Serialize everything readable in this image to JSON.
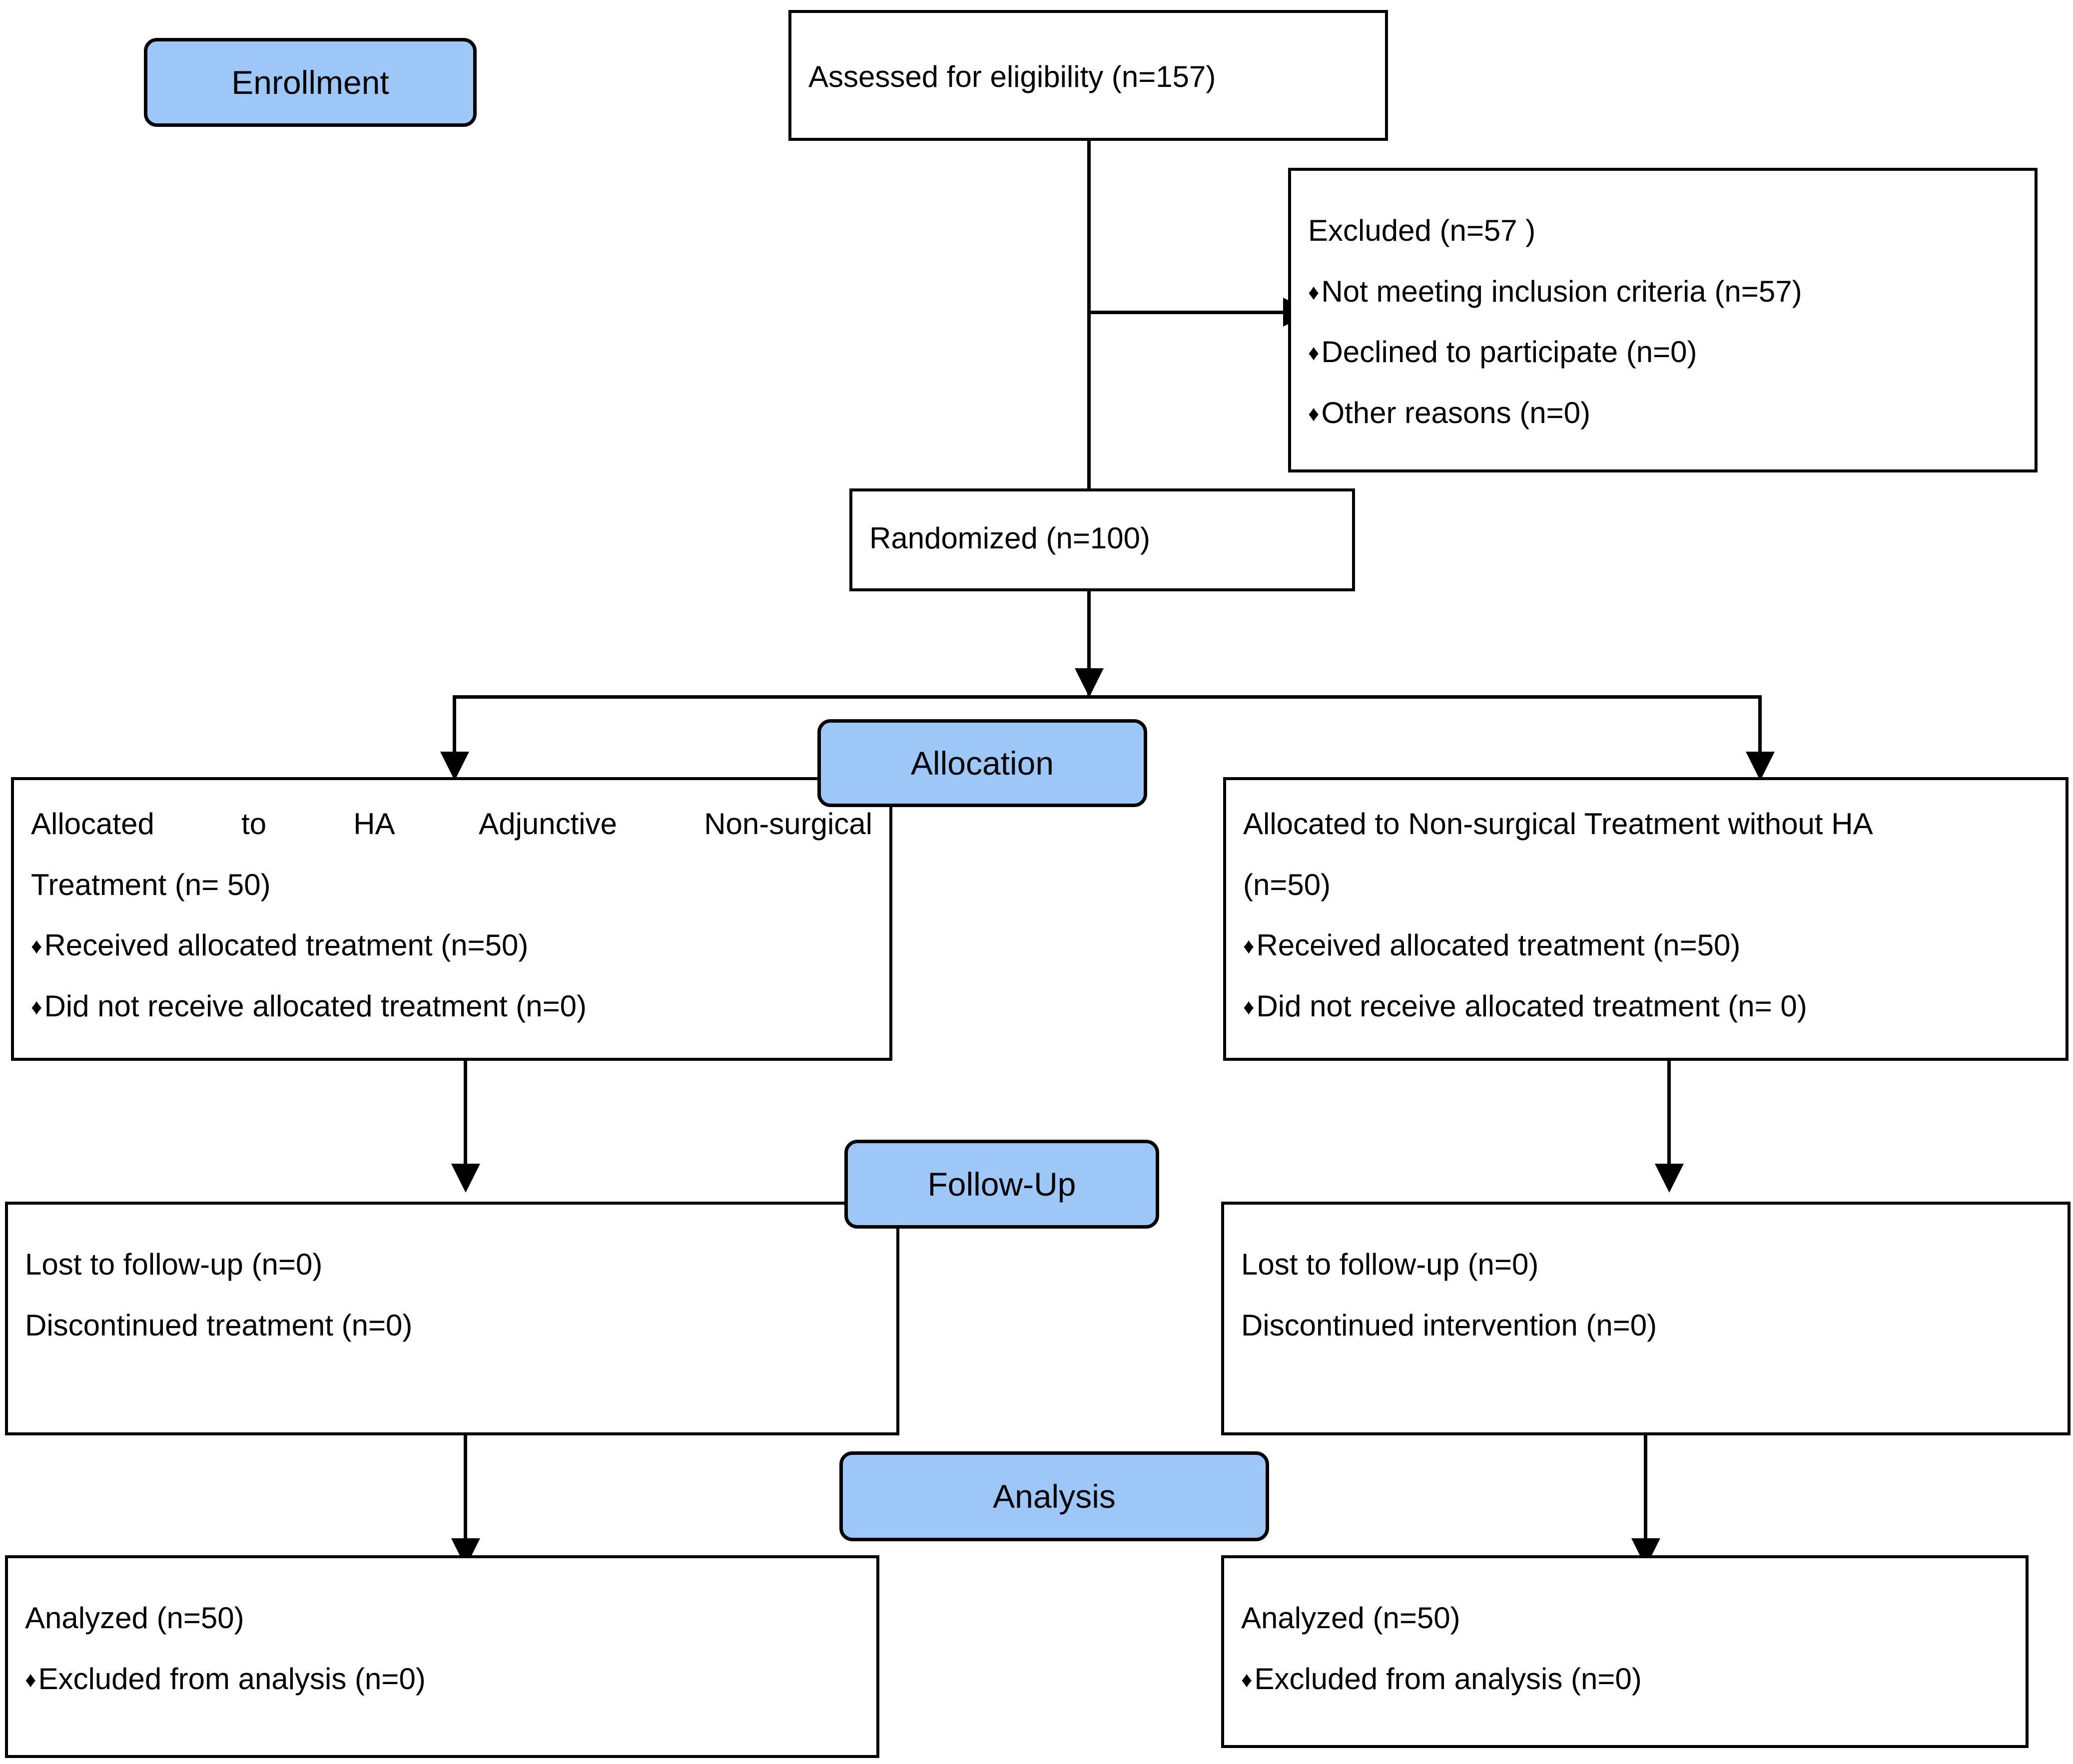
{
  "diagram": {
    "title": "CONSORT Flow Diagram",
    "accent_color": "#9CC7F7",
    "line_color": "#000000",
    "bullet_glyph": "diamond-bullet"
  },
  "stages": {
    "enrollment": "Enrollment",
    "allocation": "Allocation",
    "follow_up": "Follow-Up",
    "analysis": "Analysis"
  },
  "enrollment": {
    "assessed": "Assessed for eligibility (n=157)",
    "excluded_title": "Excluded   (n=57 )",
    "excluded_reasons": [
      "Not meeting inclusion criteria (n=57)",
      "Declined to participate (n=0)",
      "Other reasons (n=0)"
    ],
    "randomized": "Randomized (n=100)"
  },
  "allocation": {
    "left": {
      "line1": "Allocated to HA Adjunctive Non-surgical",
      "line2": "Treatment (n= 50)",
      "items": [
        "Received allocated treatment (n=50)",
        "Did not receive allocated treatment (n=0)"
      ]
    },
    "right": {
      "line1": "Allocated to Non-surgical Treatment without HA",
      "line2": "(n=50)",
      "items": [
        "Received allocated treatment (n=50)",
        "Did not receive allocated treatment (n= 0)"
      ]
    }
  },
  "follow_up": {
    "left": {
      "lines": [
        "Lost to follow-up (n=0)",
        "Discontinued treatment (n=0)"
      ]
    },
    "right": {
      "lines": [
        "Lost to follow-up (n=0)",
        "Discontinued intervention (n=0)"
      ]
    }
  },
  "analysis": {
    "left": {
      "title": "Analyzed   (n=50)",
      "items": [
        "Excluded from analysis (n=0)"
      ]
    },
    "right": {
      "title": "Analyzed   (n=50)",
      "items": [
        "Excluded from analysis (n=0)"
      ]
    }
  }
}
